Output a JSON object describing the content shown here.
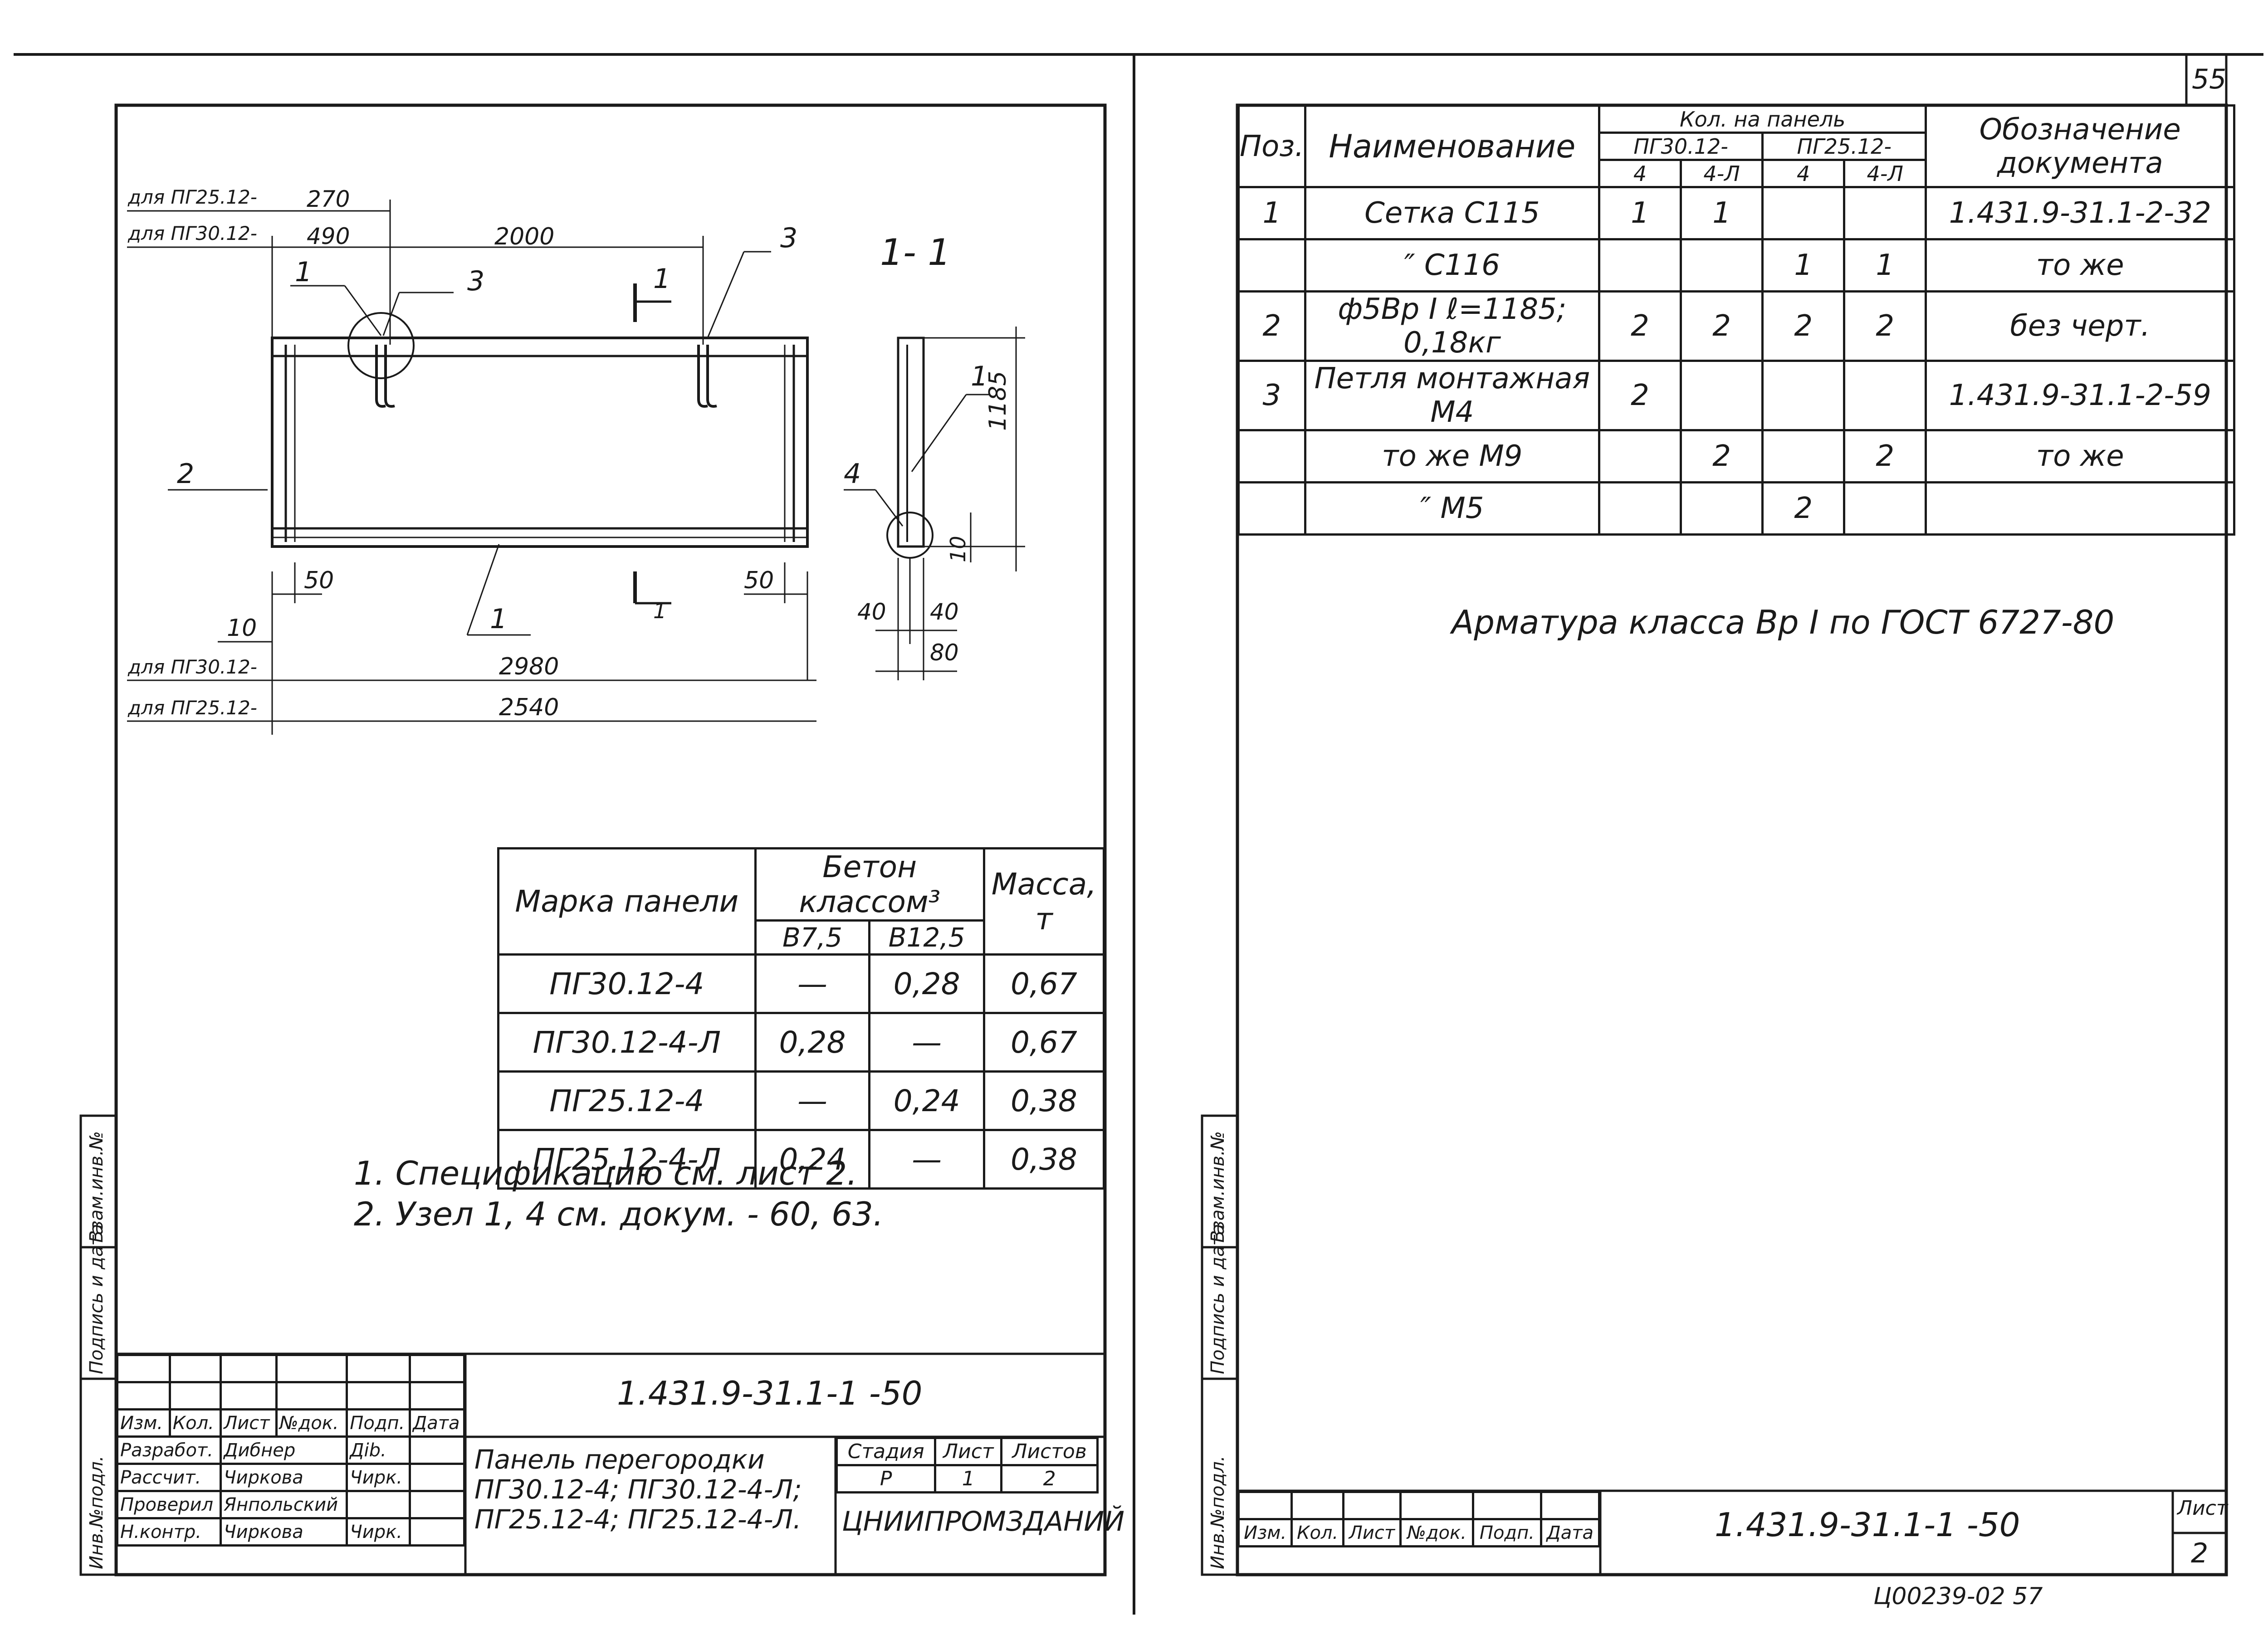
{
  "sheet_number": "55",
  "drawing": {
    "labels": {
      "dla_pg25": "для ПГ25.12-",
      "dla_pg30": "для ПГ30.12-",
      "dla_pg30_b": "для ПГ30.12-",
      "dla_pg25_b": "для ПГ25.12-"
    },
    "dims": {
      "d270": "270",
      "d490": "490",
      "d2000": "2000",
      "d50_left": "50",
      "d50_right": "50",
      "d10": "10",
      "d2980": "2980",
      "d2540": "2540",
      "d1185": "1185",
      "d10_sec": "10",
      "d40_left": "40",
      "d40_right": "40",
      "d80": "80"
    },
    "callouts": {
      "c1_top": "1",
      "c3_top": "3",
      "c1_marker": "1",
      "c3_right": "3",
      "c2": "2",
      "c1_bottom": "1",
      "c1_section": "1",
      "c4": "4",
      "c1_bottom_marker": "1"
    },
    "section_label": "1- 1"
  },
  "mass_table": {
    "header": {
      "brand": "Марка панели",
      "concrete": "Бетон классом³",
      "mass": "Масса, т",
      "b75": "В7,5",
      "b125": "В12,5"
    },
    "rows": [
      [
        "ПГ30.12-4",
        "—",
        "0,28",
        "0,67"
      ],
      [
        "ПГ30.12-4-Л",
        "0,28",
        "—",
        "0,67"
      ],
      [
        "ПГ25.12-4",
        "—",
        "0,24",
        "0,38"
      ],
      [
        "ПГ25.12-4-Л",
        "0,24",
        "—",
        "0,38"
      ]
    ]
  },
  "notes": [
    "1. Спецификацию см. лист 2.",
    "2. Узел 1, 4 см. докум. - 60, 63."
  ],
  "title_block_left": {
    "code": "1.431.9-31.1-1 -50",
    "columns": [
      "Изм.",
      "Кол.",
      "Лист",
      "№док.",
      "Подп.",
      "Дата"
    ],
    "rows": [
      [
        "Разработ.",
        "Дибнер",
        "Дib."
      ],
      [
        "Рассчит.",
        "Чиркова",
        "Чирк."
      ],
      [
        "Проверил",
        "Янпольский",
        ""
      ],
      [
        "Н.контр.",
        "Чиркова",
        "Чирк."
      ]
    ],
    "title": "Панель перегородки ПГ30.12-4; ПГ30.12-4-Л; ПГ25.12-4; ПГ25.12-4-Л.",
    "stage_header": [
      "Стадия",
      "Лист",
      "Листов"
    ],
    "stage_values": [
      "Р",
      "1",
      "2"
    ],
    "org": "ЦНИИПРОМЗДАНИЙ"
  },
  "side_stamp": {
    "labels": [
      "Инв.№подл.",
      "Подпись и дата",
      "Взам.инв.№"
    ]
  },
  "spec_table": {
    "header": {
      "pos": "Поз.",
      "name": "Наименование",
      "qty": "Кол. на панель",
      "pg30": "ПГ30.12-",
      "pg25": "ПГ25.12-",
      "col4": "4",
      "col4l": "4-Л",
      "doc": "Обозначение документа"
    },
    "rows": [
      [
        "1",
        "Сетка С115",
        "1",
        "1",
        "",
        "",
        "1.431.9-31.1-2-32"
      ],
      [
        "",
        "″ С116",
        "",
        "",
        "1",
        "1",
        "то же"
      ],
      [
        "2",
        "ф5Вр I ℓ=1185; 0,18кг",
        "2",
        "2",
        "2",
        "2",
        "без черт."
      ],
      [
        "3",
        "Петля монтажная М4",
        "2",
        "",
        "",
        "",
        "1.431.9-31.1-2-59"
      ],
      [
        "",
        "то же М9",
        "",
        "2",
        "",
        "2",
        "то же"
      ],
      [
        "",
        "″ М5",
        "",
        "",
        "2",
        "",
        ""
      ]
    ]
  },
  "spec_note": "Арматура класса Вр I по ГОСТ 6727-80",
  "title_block_right": {
    "code": "1.431.9-31.1-1 -50",
    "columns": [
      "Изм.",
      "Кол.",
      "Лист",
      "№док.",
      "Подп.",
      "Дата"
    ],
    "sheet_label": "Лист",
    "sheet_value": "2"
  },
  "footer_code": "Ц00239-02 57"
}
